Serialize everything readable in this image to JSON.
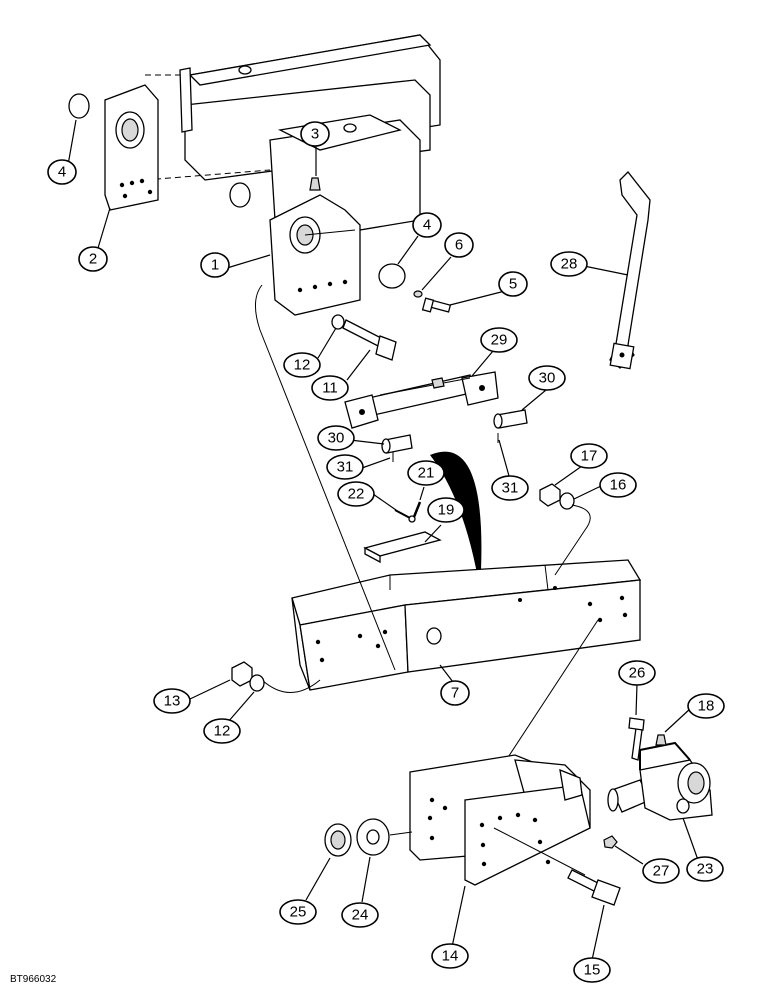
{
  "document_id": "BT966032",
  "callouts": [
    "1",
    "2",
    "3",
    "4",
    "4",
    "5",
    "6",
    "7",
    "11",
    "12",
    "12",
    "13",
    "14",
    "15",
    "16",
    "17",
    "18",
    "19",
    "21",
    "22",
    "23",
    "24",
    "25",
    "26",
    "27",
    "28",
    "29",
    "30",
    "30",
    "31",
    "31"
  ],
  "callout_labels": {
    "c1": "1",
    "c2": "2",
    "c3": "3",
    "c4a": "4",
    "c4b": "4",
    "c5": "5",
    "c6": "6",
    "c7": "7",
    "c11": "11",
    "c12a": "12",
    "c12b": "12",
    "c13": "13",
    "c14": "14",
    "c15": "15",
    "c16": "16",
    "c17": "17",
    "c18": "18",
    "c19": "19",
    "c21": "21",
    "c22": "22",
    "c23": "23",
    "c24": "24",
    "c25": "25",
    "c26": "26",
    "c27": "27",
    "c28": "28",
    "c29": "29",
    "c30a": "30",
    "c30b": "30",
    "c31a": "31",
    "c31b": "31"
  },
  "colors": {
    "line": "#000000",
    "background": "#ffffff",
    "shade": "#d8d8d8"
  }
}
